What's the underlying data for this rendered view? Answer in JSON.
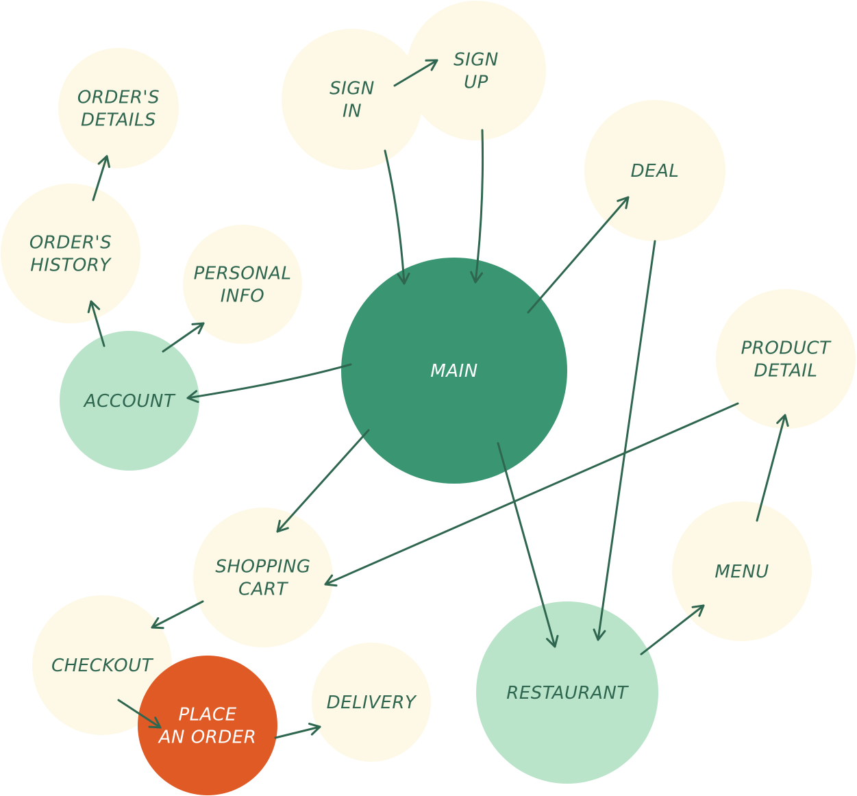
{
  "colors": {
    "main": "#3a9672",
    "light_green": "#b9e4c9",
    "cream": "#fdf9e6",
    "accent": "#e05a26",
    "text_dark": "#2f6650",
    "text_light": "#ffffff",
    "edge": "#2f6650"
  },
  "nodes": {
    "main": [
      "MAIN"
    ],
    "sign_in": [
      "SIGN",
      "IN"
    ],
    "sign_up": [
      "SIGN",
      "UP"
    ],
    "deal": [
      "DEAL"
    ],
    "orders_details": [
      "ORDER'S",
      "DETAILS"
    ],
    "orders_history": [
      "ORDER'S",
      "HISTORY"
    ],
    "personal_info": [
      "PERSONAL",
      "INFO"
    ],
    "account": [
      "ACCOUNT"
    ],
    "product_detail": [
      "PRODUCT",
      "DETAIL"
    ],
    "shopping_cart": [
      "SHOPPING",
      "CART"
    ],
    "checkout": [
      "CHECKOUT"
    ],
    "place_order": [
      "PLACE",
      "AN ORDER"
    ],
    "delivery": [
      "DELIVERY"
    ],
    "restaurant": [
      "RESTAURANT"
    ],
    "menu": [
      "MENU"
    ]
  }
}
